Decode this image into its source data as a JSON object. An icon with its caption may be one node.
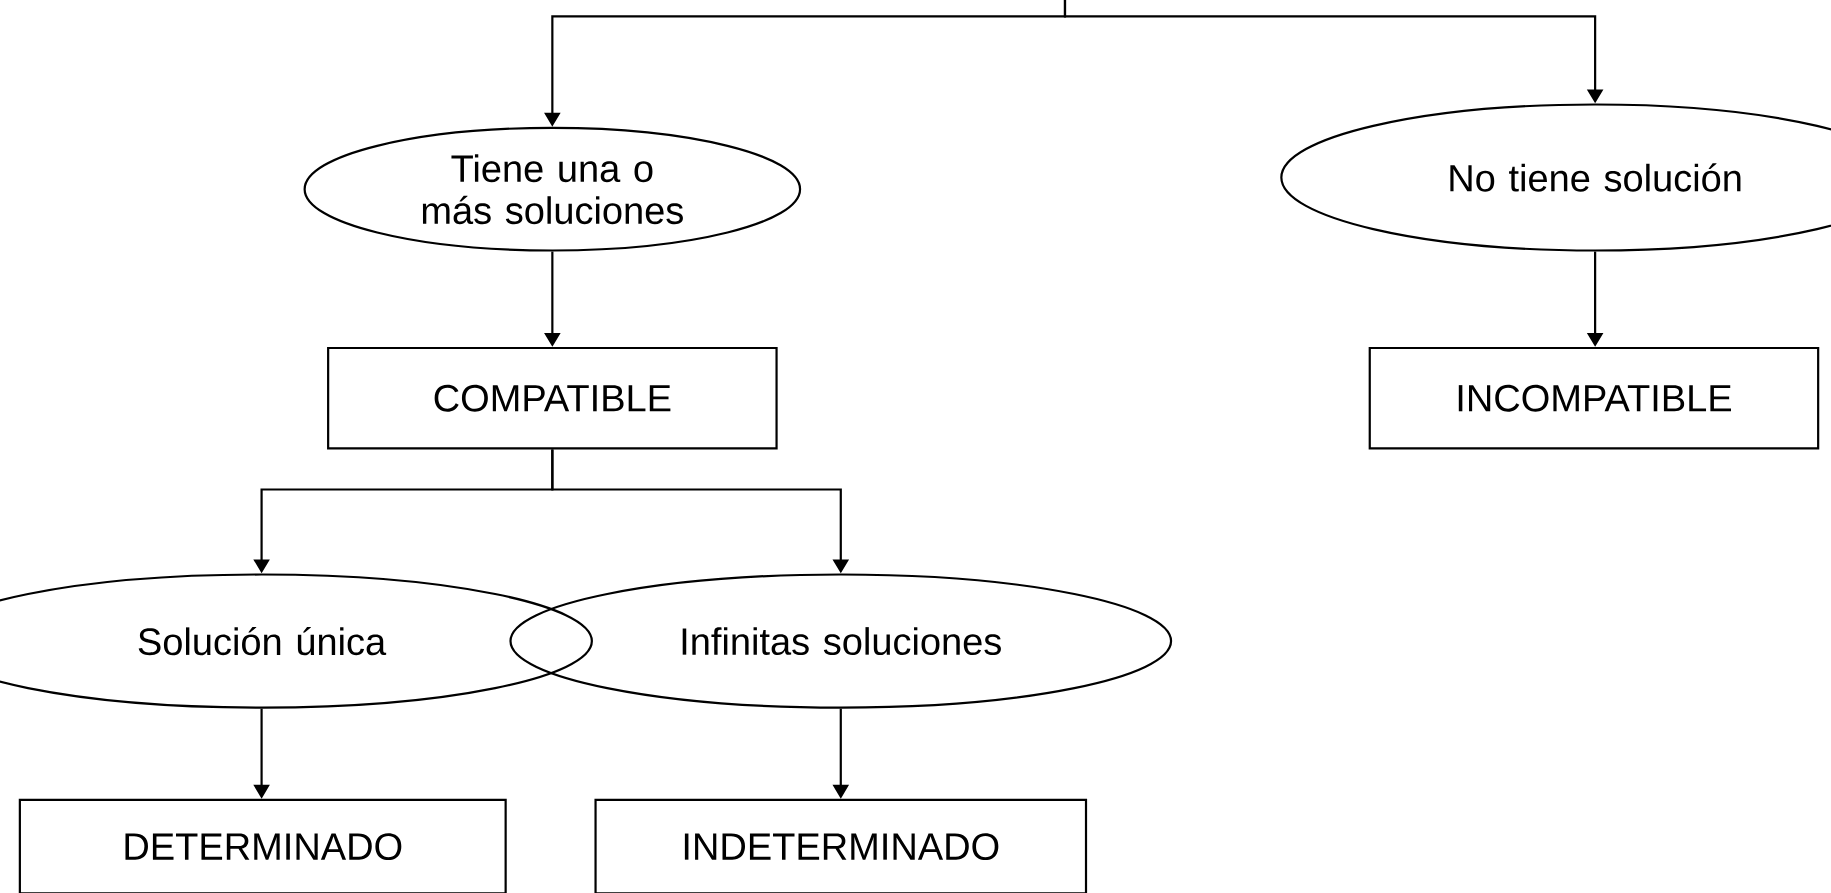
{
  "diagram": {
    "nodes": [
      {
        "text": [
          "Tiene una o más soluciones"
        ]
      },
      {
        "text": [
          "No tiene solución"
        ]
      },
      {
        "text": [
          "COMPATIBLE"
        ]
      },
      {
        "text": [
          "INCOMPATIBLE"
        ]
      },
      {
        "text": [
          "Solución única"
        ]
      },
      {
        "text": [
          "Infinitas soluciones"
        ]
      },
      {
        "text": [
          "DETERMINADO"
        ]
      },
      {
        "text": [
          "INDETERMINADO"
        ]
      }
    ],
    "edges": [
      {
        "from": null,
        "to": 0,
        "arrow": "to"
      },
      {
        "from": null,
        "to": 1,
        "arrow": "to"
      },
      {
        "from": 0,
        "to": 2,
        "arrow": "to"
      },
      {
        "from": 1,
        "to": 3,
        "arrow": "to"
      },
      {
        "from": 2,
        "to": 4,
        "arrow": "to"
      },
      {
        "from": 2,
        "to": 5,
        "arrow": "to"
      },
      {
        "from": 4,
        "to": 6,
        "arrow": "to"
      },
      {
        "from": 5,
        "to": 7,
        "arrow": "to"
      }
    ]
  }
}
